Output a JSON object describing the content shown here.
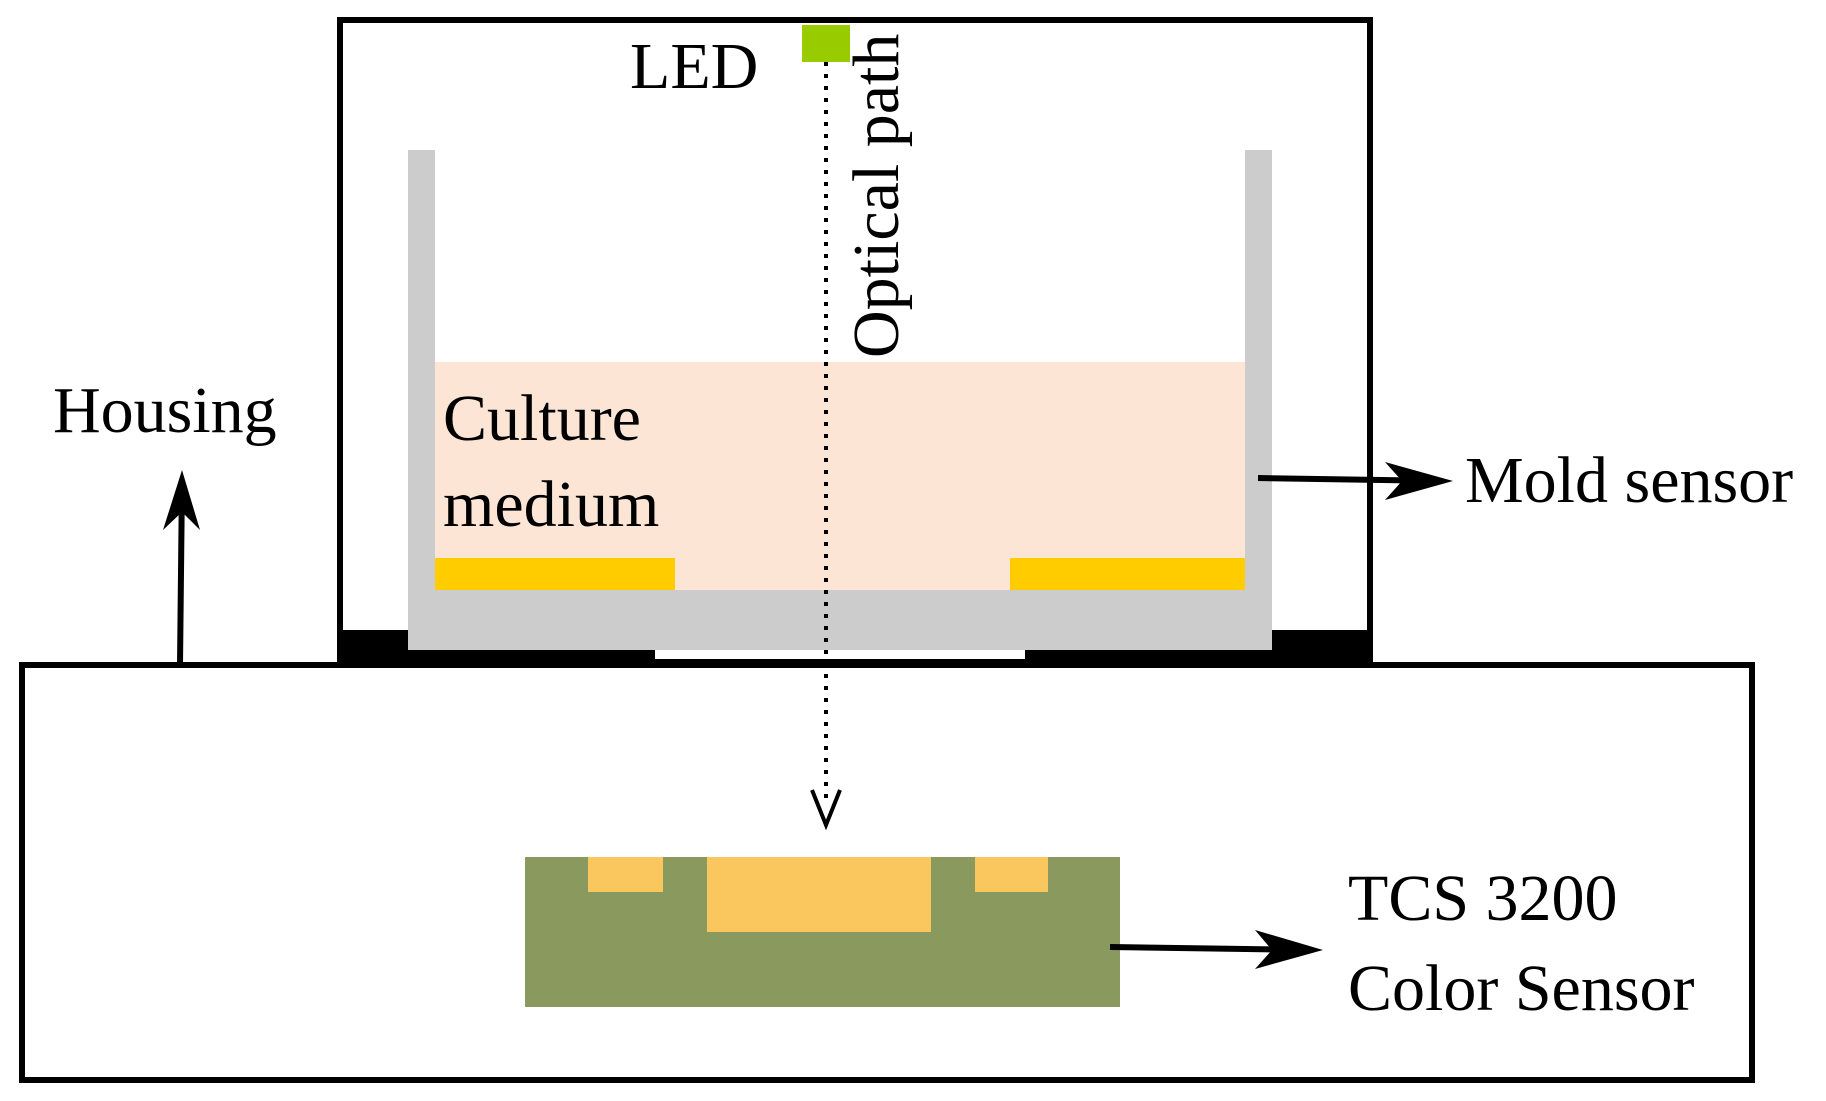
{
  "labels": {
    "led": "LED",
    "optical_path": "Optical path",
    "housing": "Housing",
    "culture_line1": "Culture",
    "culture_line2": "medium",
    "mold_sensor": "Mold sensor",
    "tcs_line1": "TCS 3200",
    "tcs_line2": "Color Sensor"
  },
  "colors": {
    "outline": "#000000",
    "led": "#99cc00",
    "dish": "#cccccc",
    "culture_medium": "#fde5d6",
    "electrodes": "#ffcc00",
    "sensor_board": "#8a9a5f",
    "sensor_pads": "#f9c75d",
    "background": "#ffffff"
  }
}
